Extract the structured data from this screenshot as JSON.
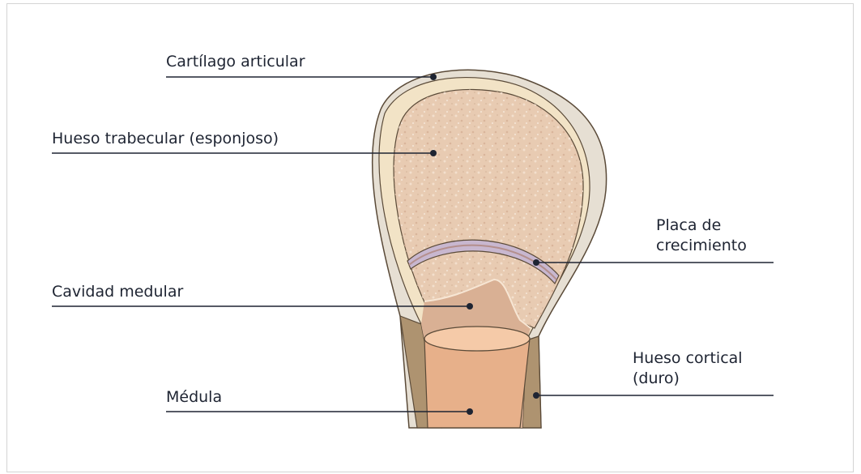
{
  "labels": {
    "cartilago": "Cartílago articular",
    "trabecular": "Hueso trabecular (esponjoso)",
    "placa": "Placa de\ncrecimiento",
    "cavidad": "Cavidad medular",
    "cortical": "Hueso cortical\n(duro)",
    "medula": "Médula"
  },
  "colors": {
    "cartilage": "#f2e3c6",
    "cortical_outer": "#e6dfd3",
    "cortical_shaft": "#ae9370",
    "trabecular": "#e8cbb2",
    "growth_plate": "#c8b7cf",
    "marrow": "#e7b08a",
    "marrow_top": "#f5caa8",
    "leader": "#1e2432"
  }
}
